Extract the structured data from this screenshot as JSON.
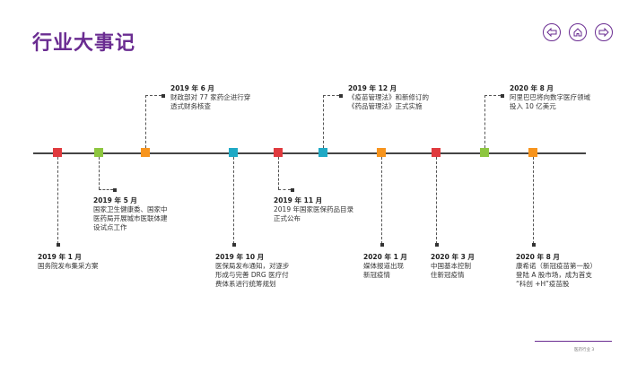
{
  "title": "行业大事记",
  "nav": {
    "prev": "arrow-left-icon",
    "home": "home-icon",
    "next": "arrow-right-icon"
  },
  "events": [
    {
      "date": "2019 年 1 月",
      "lines": [
        "国务院发布集采方案"
      ],
      "color": "#e03a3e"
    },
    {
      "date": "2019 年 5 月",
      "lines": [
        "国家卫生健康委、国家中",
        "医药局开展城市医联体建",
        "设试点工作"
      ],
      "color": "#8dc63f"
    },
    {
      "date": "2019 年 6 月",
      "lines": [
        "财政部对 77 家药企进行穿",
        "透式财务核查"
      ],
      "color": "#f7941d"
    },
    {
      "date": "2019 年 10 月",
      "lines": [
        "医保局发布通知，对逐步",
        "形成与完善 DRG 医疗付",
        "费体系进行统筹规划"
      ],
      "color": "#1fa9c5"
    },
    {
      "date": "2019 年 11 月",
      "lines": [
        "2019 年国家医保药品目录",
        "正式公布"
      ],
      "color": "#e03a3e"
    },
    {
      "date": "2019 年 12 月",
      "lines": [
        "《疫苗管理法》和新修订的",
        "《药品管理法》正式实施"
      ],
      "color": "#1fa9c5"
    },
    {
      "date": "2020 年 1 月",
      "lines": [
        "媒体报道出现",
        "新冠疫情"
      ],
      "color": "#f7941d"
    },
    {
      "date": "2020 年 3 月",
      "lines": [
        "中国基本控制",
        "住新冠疫情"
      ],
      "color": "#e03a3e"
    },
    {
      "date": "2020 年 8 月",
      "lines": [
        "阿里巴巴将向数字医疗领域",
        "投入 10 亿美元"
      ],
      "color": "#8dc63f"
    },
    {
      "date": "2020 年 8 月",
      "lines": [
        "康希诺（新冠疫苗第一股）",
        "登陆 A 股市场，成为首支",
        "“科创 +H”疫苗股"
      ],
      "color": "#f7941d"
    }
  ],
  "footer": "医药行业   3"
}
